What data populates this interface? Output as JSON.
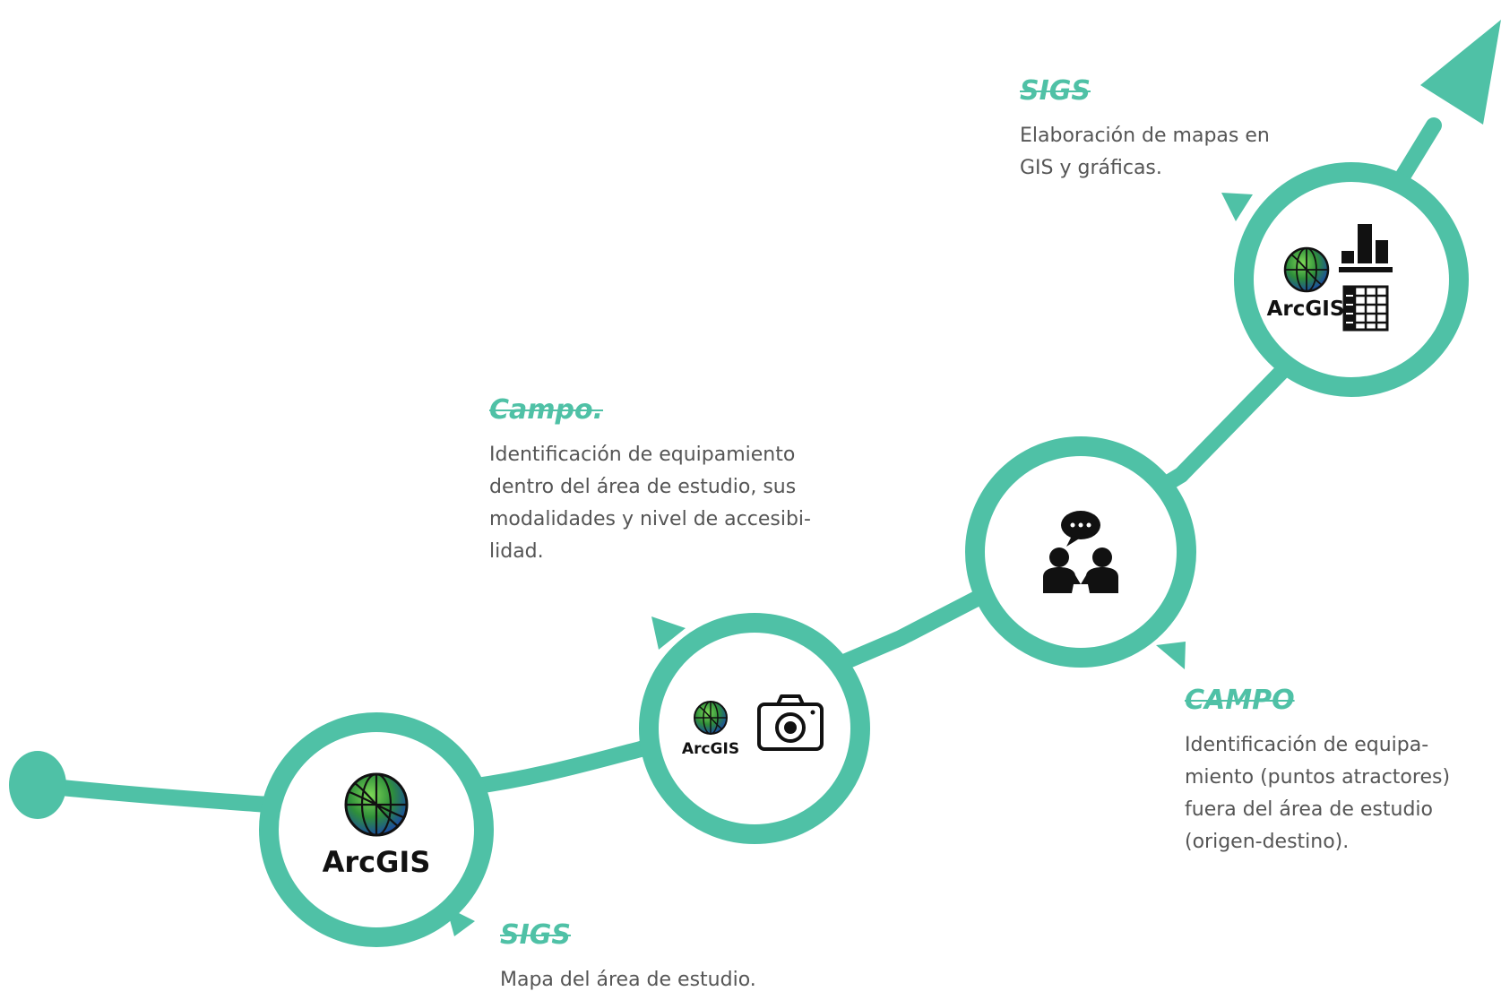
{
  "colors": {
    "accent": "#4fc1a6",
    "text": "#555555",
    "icon": "#111111"
  },
  "steps": [
    {
      "title": "SIGS",
      "description": "Mapa del área de estudio.",
      "icons": [
        "arcgis-globe-icon"
      ]
    },
    {
      "title": "Campo.",
      "description": "Identificación de equipamiento dentro del área de estudio, sus modalidades y nivel de accesibi- lidad.",
      "icons": [
        "arcgis-globe-icon",
        "camera-icon"
      ]
    },
    {
      "title": "CAMPO",
      "description": "Identificación de equipa- miento (puntos atractores) fuera del área de estudio (origen-destino).",
      "icons": [
        "conversation-people-icon"
      ]
    },
    {
      "title": "SIGS",
      "description": "Elaboración de mapas en GIS y gráficas.",
      "icons": [
        "arcgis-globe-icon",
        "bar-chart-icon",
        "table-icon"
      ]
    }
  ],
  "icon_labels": {
    "arcgis": "ArcGIS"
  }
}
